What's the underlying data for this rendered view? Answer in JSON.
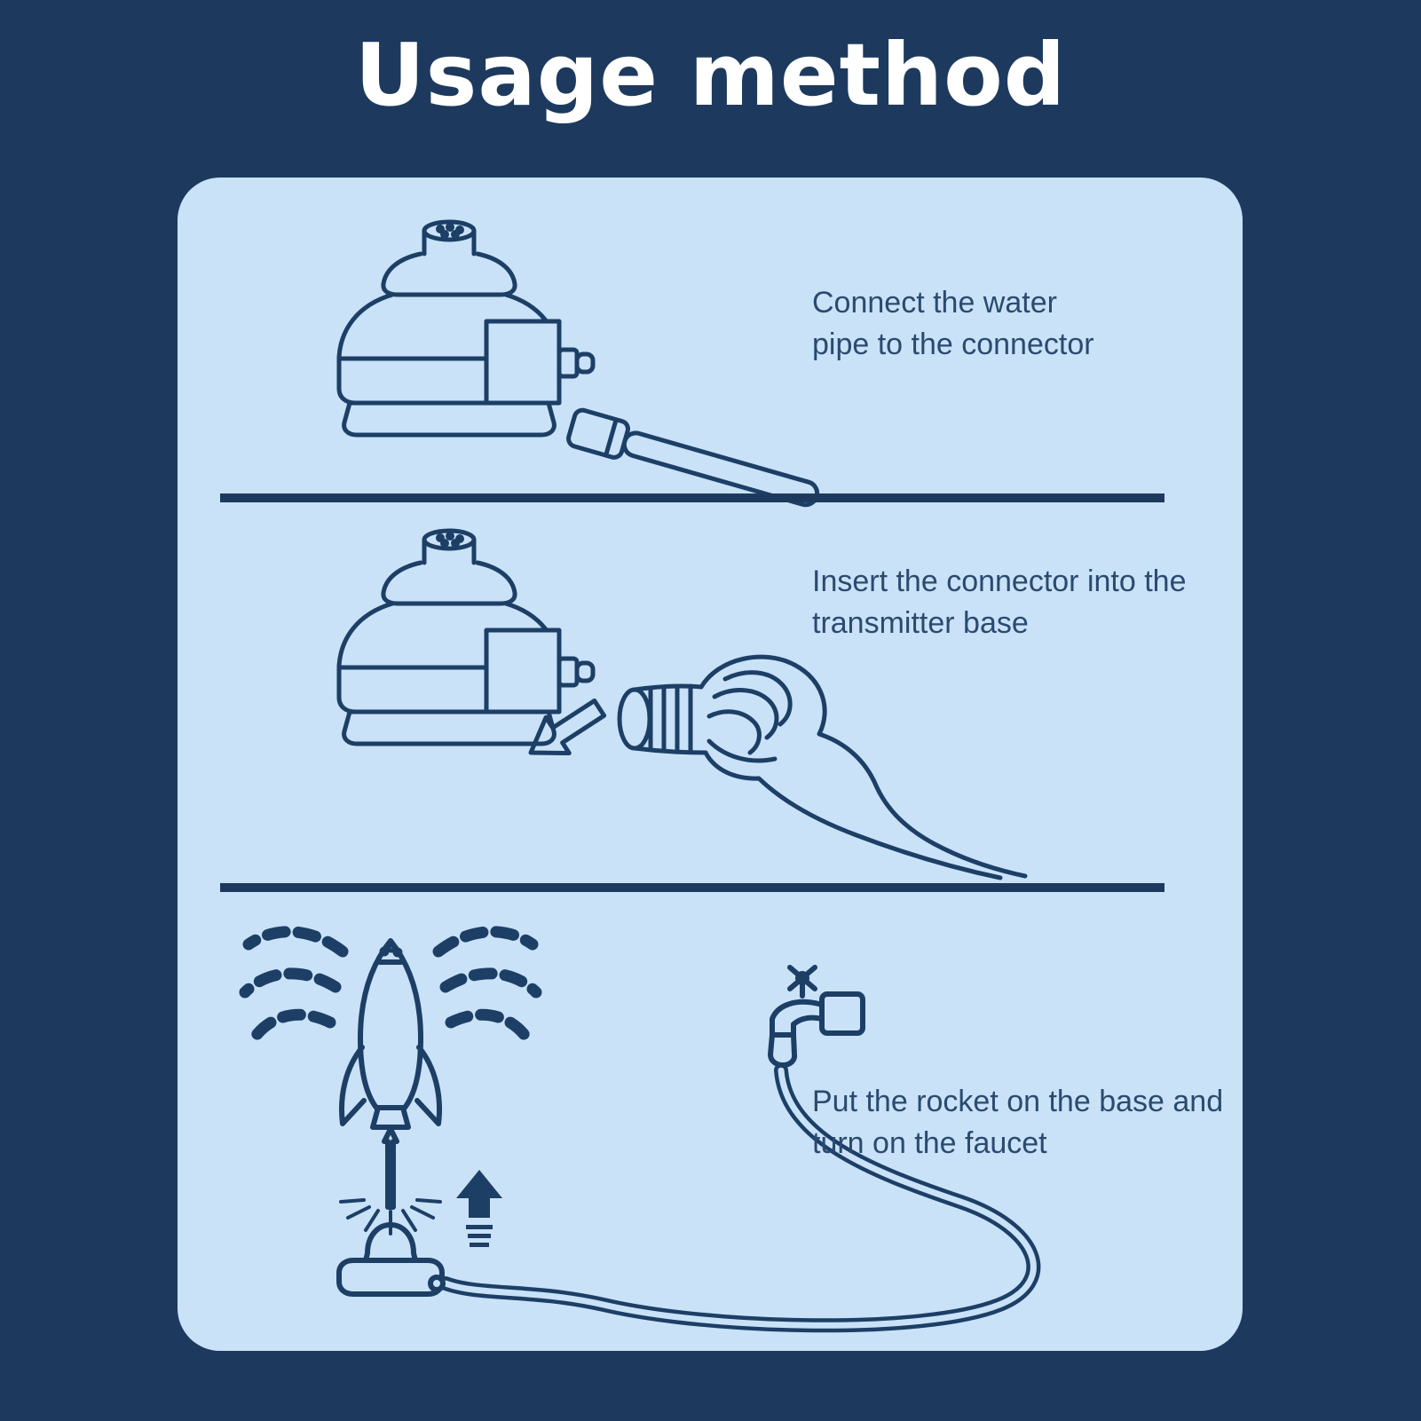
{
  "title": "Usage method",
  "colors": {
    "background": "#1d3a5e",
    "panel": "#c9e2f8",
    "line_art": "#1d3f66",
    "caption_text": "#2b4a6f",
    "title_text": "#ffffff"
  },
  "steps": [
    {
      "id": 1,
      "illustration": "transmitter-base-and-water-pipe",
      "icons": [
        "transmitter-base-icon",
        "water-pipe-icon"
      ],
      "line1": "Connect the water",
      "line2": "pipe to the connector"
    },
    {
      "id": 2,
      "illustration": "hand-inserting-connector-into-base",
      "icons": [
        "transmitter-base-icon",
        "hand-holding-connector-icon",
        "insert-arrow-icon"
      ],
      "line1": "Insert the connector into the",
      "line2": "transmitter base"
    },
    {
      "id": 3,
      "illustration": "rocket-on-base-with-faucet-and-hose",
      "icons": [
        "rocket-spray-icon",
        "up-arrow-icon",
        "faucet-icon",
        "hose-icon"
      ],
      "line1": "Put the rocket on the base and",
      "line2": "turn on the faucet"
    }
  ]
}
